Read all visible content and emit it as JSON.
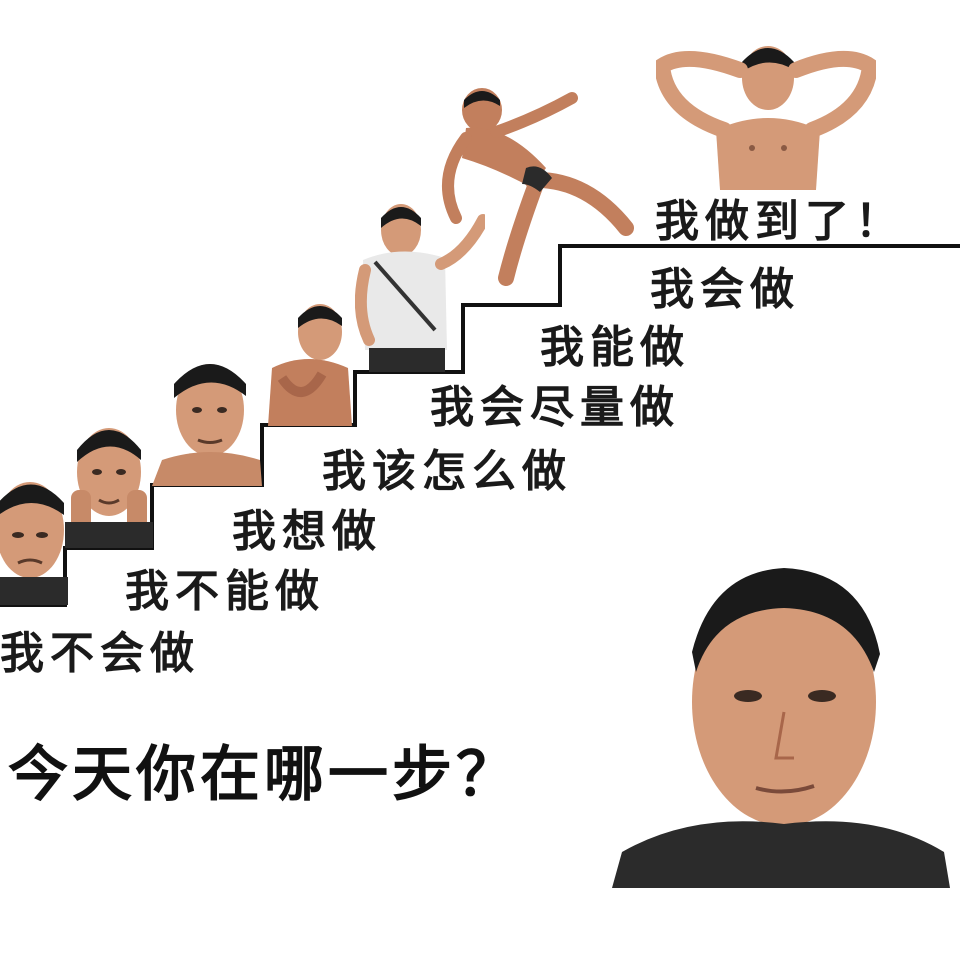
{
  "steps": [
    {
      "label": "我不会做"
    },
    {
      "label": "我不能做"
    },
    {
      "label": "我想做"
    },
    {
      "label": "我该怎么做"
    },
    {
      "label": "我会尽量做"
    },
    {
      "label": "我能做"
    },
    {
      "label": "我会做"
    },
    {
      "label": "我做到了！"
    }
  ],
  "question": "今天你在哪一步？",
  "colors": {
    "background": "#ffffff",
    "stair_line": "#111111",
    "skin": "#d49a78",
    "hair": "#1a1a1a",
    "shirt_dark": "#2b2b2b",
    "shirt_light": "#e9e9e9"
  },
  "figures": [
    {
      "name": "man-face-frown"
    },
    {
      "name": "man-hands-on-cheeks"
    },
    {
      "name": "man-chin-on-hands"
    },
    {
      "name": "man-shirtless-thinking"
    },
    {
      "name": "man-white-shirt-reaching"
    },
    {
      "name": "man-leaping"
    },
    {
      "name": "man-flexing-victory"
    },
    {
      "name": "man-large-portrait"
    }
  ]
}
